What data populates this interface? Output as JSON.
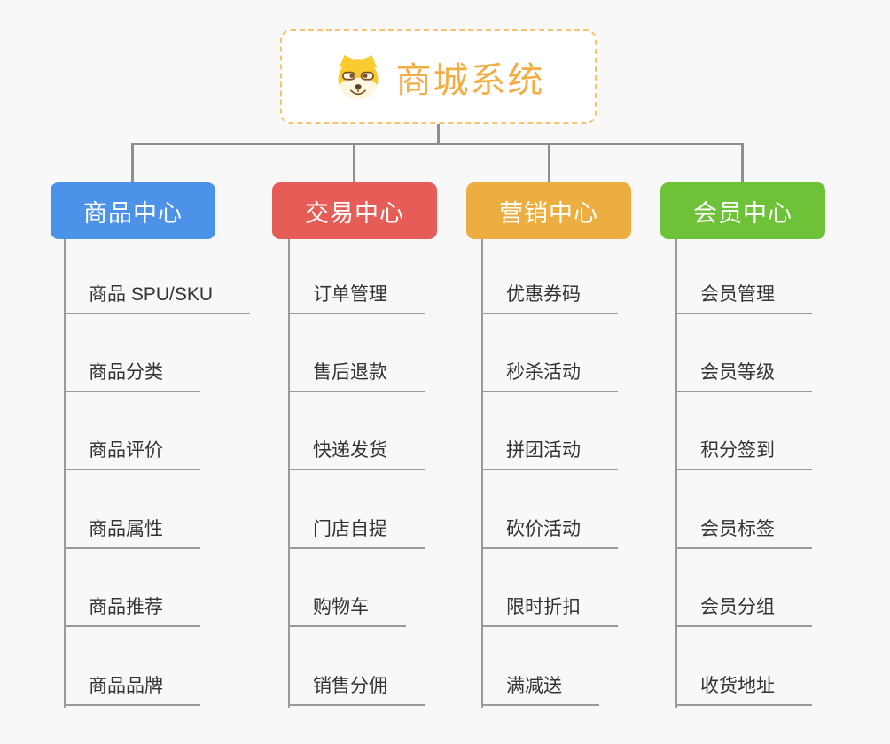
{
  "root": {
    "title": "商城系统",
    "icon": "dog-face-icon",
    "accent_color": "#F2AE45",
    "border_color": "#F6C46F"
  },
  "connector_color": "#8E8E8E",
  "columns": [
    {
      "title": "商品中心",
      "color": "#4B92E8",
      "items": [
        "商品 SPU/SKU",
        "商品分类",
        "商品评价",
        "商品属性",
        "商品推荐",
        "商品品牌"
      ]
    },
    {
      "title": "交易中心",
      "color": "#E65C56",
      "items": [
        "订单管理",
        "售后退款",
        "快递发货",
        "门店自提",
        "购物车",
        "销售分佣"
      ]
    },
    {
      "title": "营销中心",
      "color": "#EDAE41",
      "items": [
        "优惠券码",
        "秒杀活动",
        "拼团活动",
        "砍价活动",
        "限时折扣",
        "满减送"
      ]
    },
    {
      "title": "会员中心",
      "color": "#6EC238",
      "items": [
        "会员管理",
        "会员等级",
        "积分签到",
        "会员标签",
        "会员分组",
        "收货地址"
      ]
    }
  ]
}
